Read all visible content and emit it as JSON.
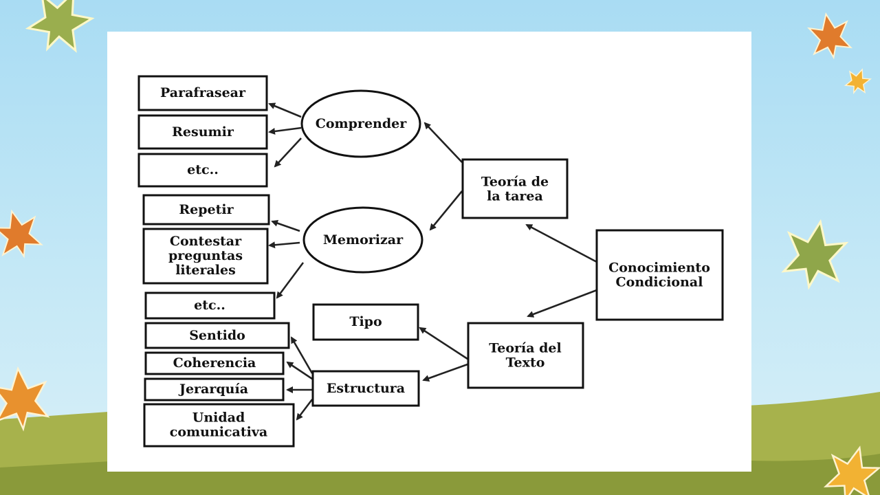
{
  "colors": {
    "sky": "#a9dcf3",
    "grass_light": "#9db04a",
    "grass_dark": "#7f9238",
    "leaf_green": "#8fa64a",
    "leaf_orange": "#e07b2c",
    "leaf_yellow": "#f2b233"
  },
  "diagram": {
    "root": "Conocimiento\nCondicional",
    "task_theory": "Teoría de\nla tarea",
    "text_theory": "Teoría del\nTexto",
    "comprender": "Comprender",
    "memorizar": "Memorizar",
    "parafrasear": "Parafrasear",
    "resumir": "Resumir",
    "etc1": "etc..",
    "repetir": "Repetir",
    "contestar": "Contestar\npreguntas\nliterales",
    "etc2": "etc..",
    "tipo": "Tipo",
    "estructura": "Estructura",
    "sentido": "Sentido",
    "coherencia": "Coherencia",
    "jerarquia": "Jerarquía",
    "unidad": "Unidad\ncomunicativa"
  }
}
